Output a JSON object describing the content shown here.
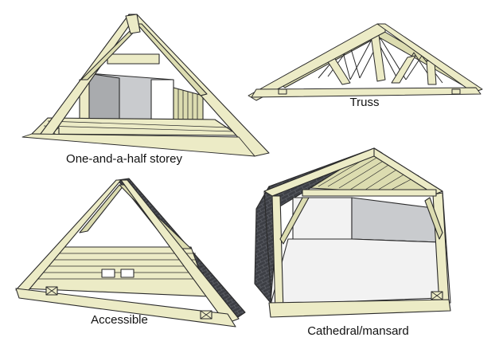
{
  "labels": {
    "one_and_half": "One-and-a-half storey",
    "truss": "Truss",
    "accessible": "Accessible",
    "cathedral": "Cathedral/mansard"
  },
  "colors": {
    "wood": "#ecebc6",
    "wood_shade": "#dcdcb0",
    "outline": "#2a2a2a",
    "wall_light": "#f2f2f2",
    "wall_gray": "#c9cbce",
    "wall_dark": "#a9abae",
    "shingle": "#3d3f45",
    "shingle_line": "#6a6d74"
  }
}
